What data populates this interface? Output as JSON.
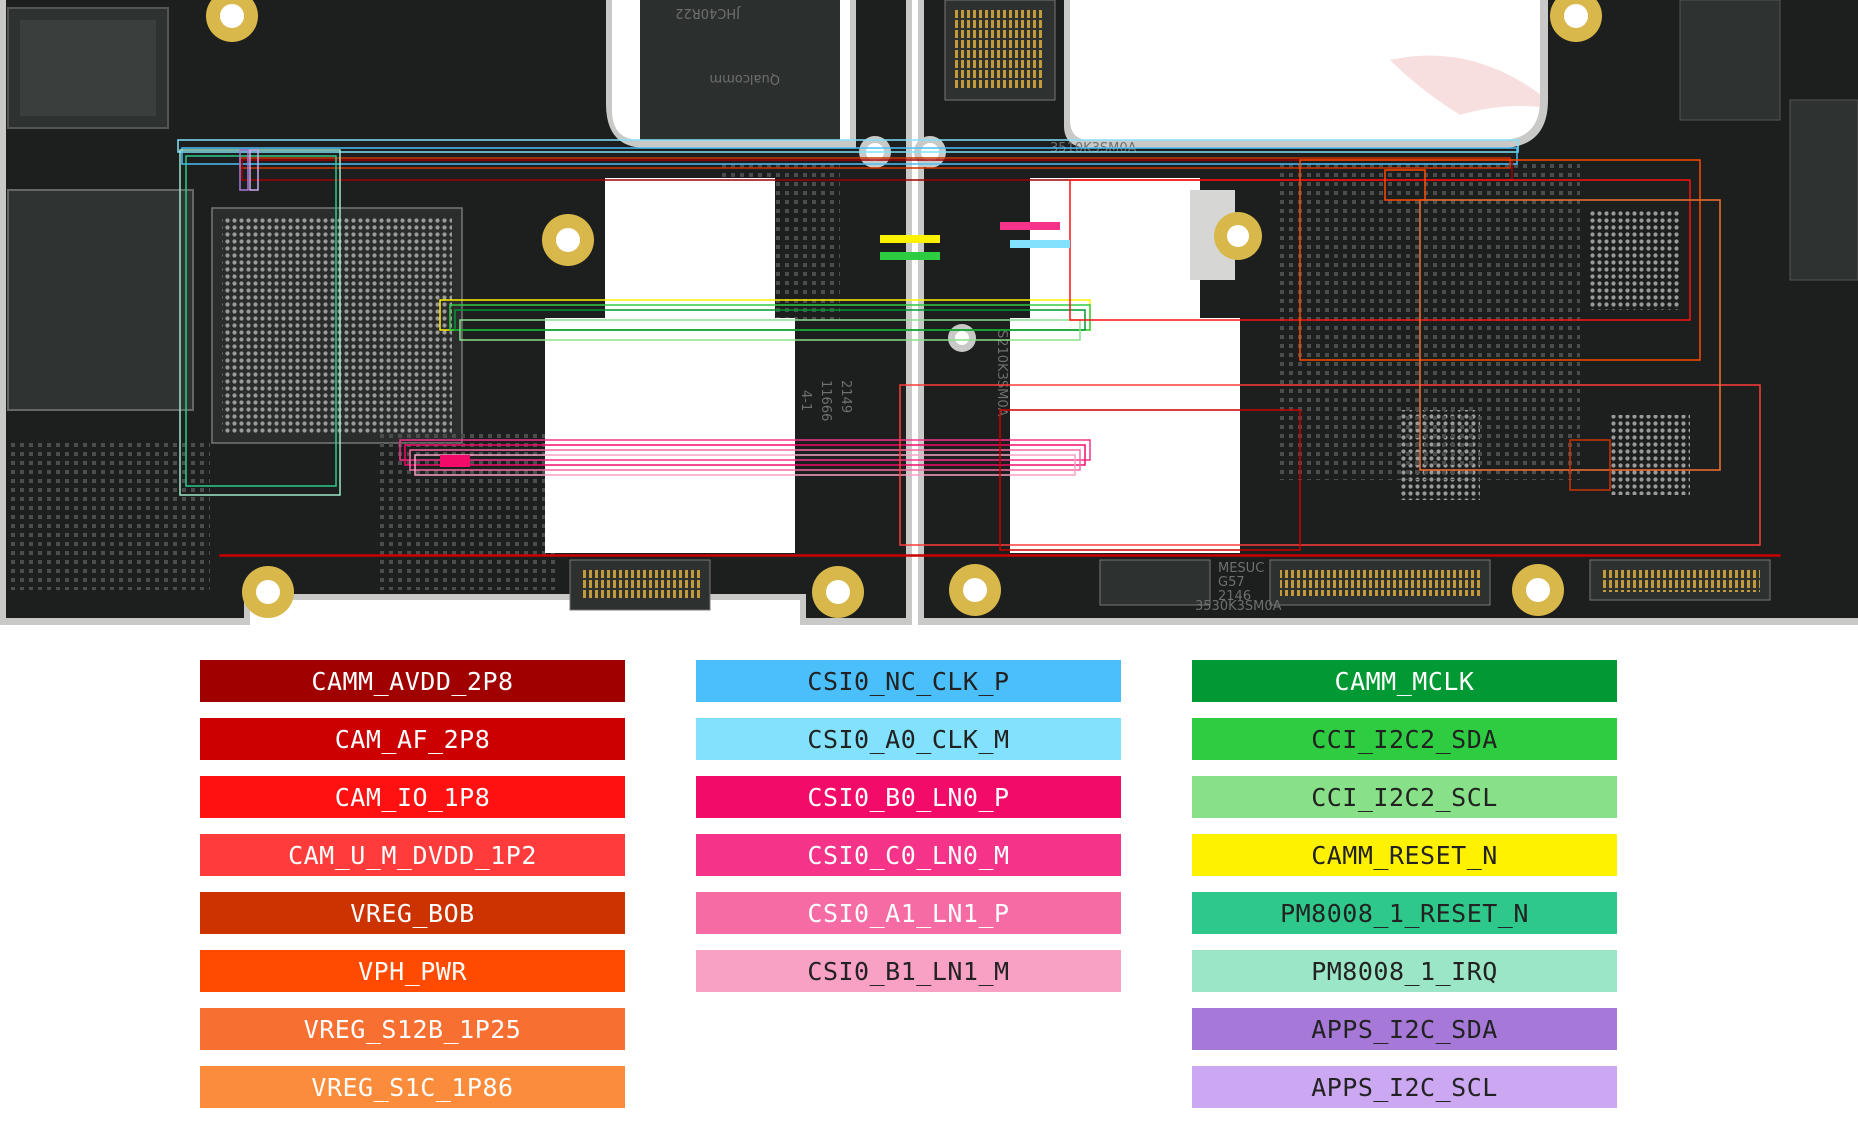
{
  "board": {
    "markings": {
      "left_chip_brand": "Qualcomm",
      "left_chip_code": "JHC40R22",
      "left_board_number": "2149",
      "left_board_code": "11666",
      "left_board_rev": "4-1",
      "right_label_top": "3510K3SM0A",
      "right_label_vertical": "S210K3SM0A",
      "right_label_bottom": "3530K3SM0A",
      "right_mesuc": "MESUC",
      "right_g57": "G57",
      "right_2146": "2146"
    },
    "colors": {
      "pcb": "#1c1f1e",
      "pcb_edge": "#c9c9c7",
      "hole_ring": "#d8b84a",
      "pad_gold": "#c8a24a",
      "solder": "#b5b5b5"
    }
  },
  "legend": {
    "columns": [
      {
        "items": [
          {
            "label": "CAMM_AVDD_2P8",
            "color": "#a00000",
            "text_color": "#ffffff"
          },
          {
            "label": "CAM_AF_2P8",
            "color": "#cc0000",
            "text_color": "#ffffff"
          },
          {
            "label": "CAM_IO_1P8",
            "color": "#ff1111",
            "text_color": "#ffffff"
          },
          {
            "label": "CAM_U_M_DVDD_1P2",
            "color": "#ff3b3b",
            "text_color": "#ffffff"
          },
          {
            "label": "VREG_BOB",
            "color": "#cc3300",
            "text_color": "#ffffff"
          },
          {
            "label": "VPH_PWR",
            "color": "#ff4a00",
            "text_color": "#ffffff"
          },
          {
            "label": "VREG_S12B_1P25",
            "color": "#f77031",
            "text_color": "#ffffff"
          },
          {
            "label": "VREG_S1C_1P86",
            "color": "#fa8c3c",
            "text_color": "#ffffff"
          }
        ]
      },
      {
        "items": [
          {
            "label": "CSI0_NC_CLK_P",
            "color": "#4bbffa",
            "text_color": "#222222"
          },
          {
            "label": "CSI0_A0_CLK_M",
            "color": "#82e1fc",
            "text_color": "#222222"
          },
          {
            "label": "CSI0_B0_LN0_P",
            "color": "#f20b68",
            "text_color": "#ffffff"
          },
          {
            "label": "CSI0_C0_LN0_M",
            "color": "#f53389",
            "text_color": "#ffffff"
          },
          {
            "label": "CSI0_A1_LN1_P",
            "color": "#f76ba5",
            "text_color": "#ffffff"
          },
          {
            "label": "CSI0_B1_LN1_M",
            "color": "#f9a0c5",
            "text_color": "#222222"
          }
        ]
      },
      {
        "items": [
          {
            "label": "CAMM_MCLK",
            "color": "#009933",
            "text_color": "#ffffff"
          },
          {
            "label": "CCI_I2C2_SDA",
            "color": "#2ecc40",
            "text_color": "#222222"
          },
          {
            "label": "CCI_I2C2_SCL",
            "color": "#88e088",
            "text_color": "#222222"
          },
          {
            "label": "CAMM_RESET_N",
            "color": "#fff200",
            "text_color": "#222222"
          },
          {
            "label": "PM8008_1_RESET_N",
            "color": "#2ec98a",
            "text_color": "#222222"
          },
          {
            "label": "PM8008_1_IRQ",
            "color": "#9ce6c8",
            "text_color": "#222222"
          },
          {
            "label": "APPS_I2C_SDA",
            "color": "#a678d8",
            "text_color": "#222222"
          },
          {
            "label": "APPS_I2C_SCL",
            "color": "#cca8f2",
            "text_color": "#222222"
          }
        ]
      }
    ]
  }
}
